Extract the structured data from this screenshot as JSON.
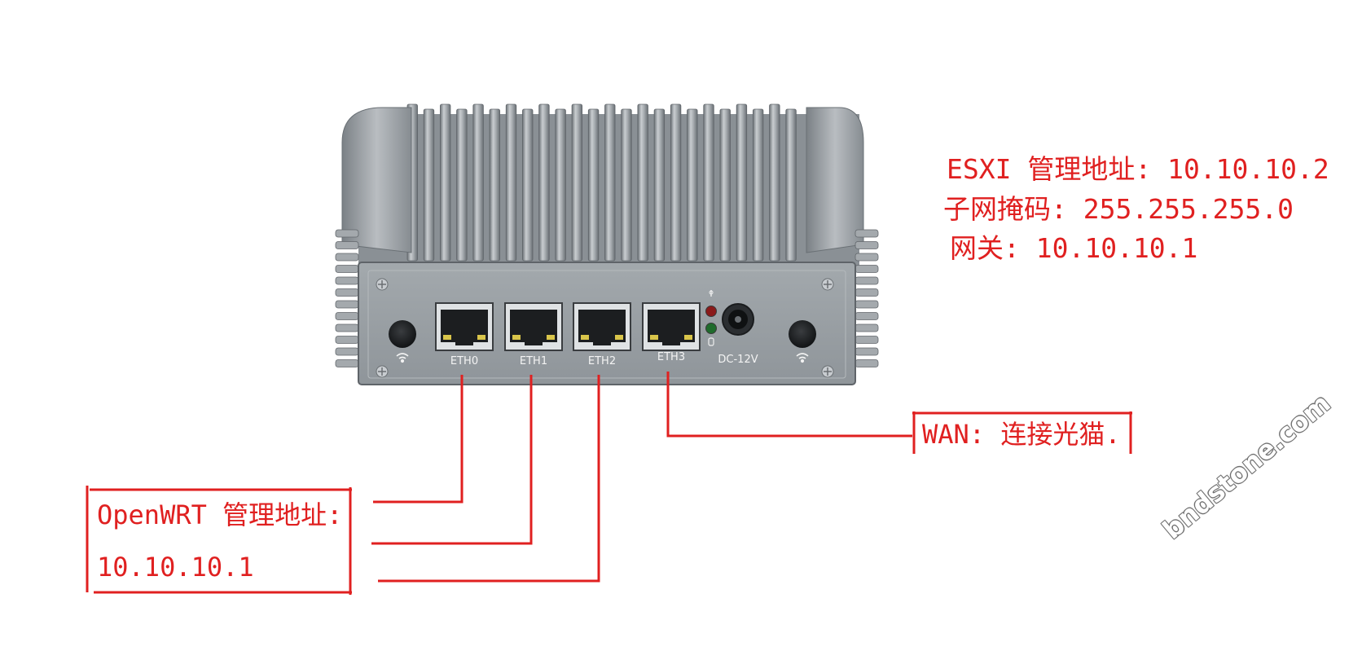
{
  "esxi": {
    "line1": "ESXI 管理地址: 10.10.10.2",
    "line2": "子网掩码: 255.255.255.0",
    "line3": "网关: 10.10.10.1"
  },
  "wan": {
    "label": "WAN: 连接光猫."
  },
  "openwrt": {
    "line1": "OpenWRT 管理地址:",
    "line2": "10.10.10.1"
  },
  "ports": [
    {
      "label": "ETH0"
    },
    {
      "label": "ETH1"
    },
    {
      "label": "ETH2"
    },
    {
      "label": "ETH3"
    }
  ],
  "power": {
    "label": "DC-12V"
  },
  "watermark": "bndstone.com",
  "colors": {
    "annotation": "#e02020",
    "chassis": "#8e9499",
    "panel": "#9aa0a5"
  },
  "icons": [
    "wifi-icon",
    "power-led-icon",
    "disk-led-icon",
    "rj45-port-icon",
    "dc-jack-icon",
    "screw-icon"
  ]
}
